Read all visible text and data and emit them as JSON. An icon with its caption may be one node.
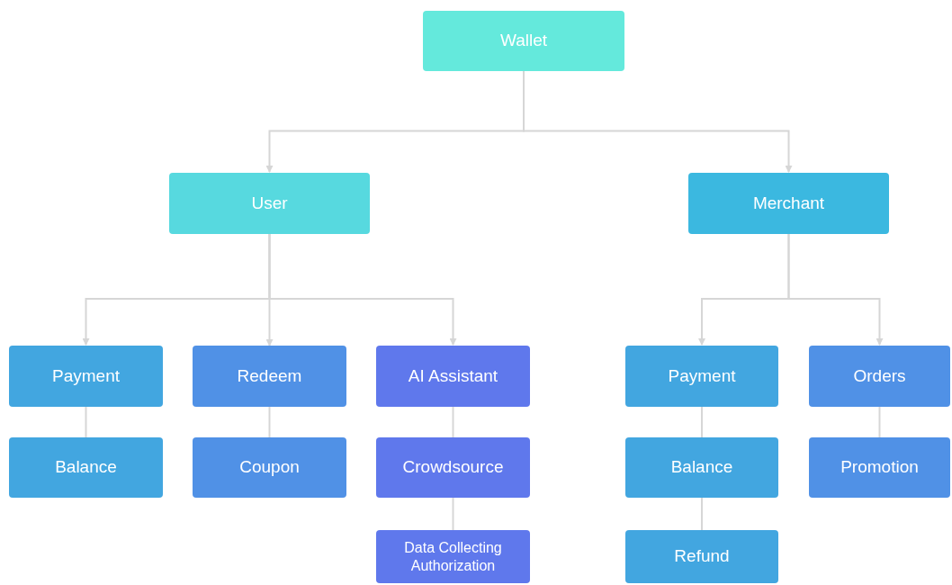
{
  "diagram": {
    "nodes": [
      {
        "text": [
          "Wallet"
        ]
      },
      {
        "text": [
          "User"
        ]
      },
      {
        "text": [
          "Merchant"
        ]
      },
      {
        "text": [
          "Payment"
        ]
      },
      {
        "text": [
          "Balance"
        ]
      },
      {
        "text": [
          "Redeem"
        ]
      },
      {
        "text": [
          "Coupon"
        ]
      },
      {
        "text": [
          "AI Assistant"
        ]
      },
      {
        "text": [
          "Crowdsource"
        ]
      },
      {
        "text": [
          "Data Collecting Authorization"
        ]
      },
      {
        "text": [
          "Payment"
        ]
      },
      {
        "text": [
          "Balance"
        ]
      },
      {
        "text": [
          "Refund"
        ]
      },
      {
        "text": [
          "Orders"
        ]
      },
      {
        "text": [
          "Promotion"
        ]
      }
    ],
    "edges": [
      {
        "from": 0,
        "to": 1,
        "arrow": "to"
      },
      {
        "from": 0,
        "to": 2,
        "arrow": "to"
      },
      {
        "from": 1,
        "to": 3,
        "arrow": "to"
      },
      {
        "from": 1,
        "to": 5,
        "arrow": "to"
      },
      {
        "from": 1,
        "to": 7,
        "arrow": "to"
      },
      {
        "from": 2,
        "to": 10,
        "arrow": "to"
      },
      {
        "from": 2,
        "to": 13,
        "arrow": "to"
      },
      {
        "from": 3,
        "to": 4,
        "arrow": "none"
      },
      {
        "from": 5,
        "to": 6,
        "arrow": "none"
      },
      {
        "from": 7,
        "to": 8,
        "arrow": "none"
      },
      {
        "from": 8,
        "to": 9,
        "arrow": "none"
      },
      {
        "from": 10,
        "to": 11,
        "arrow": "none"
      },
      {
        "from": 11,
        "to": 12,
        "arrow": "none"
      },
      {
        "from": 13,
        "to": 14,
        "arrow": "none"
      }
    ]
  }
}
